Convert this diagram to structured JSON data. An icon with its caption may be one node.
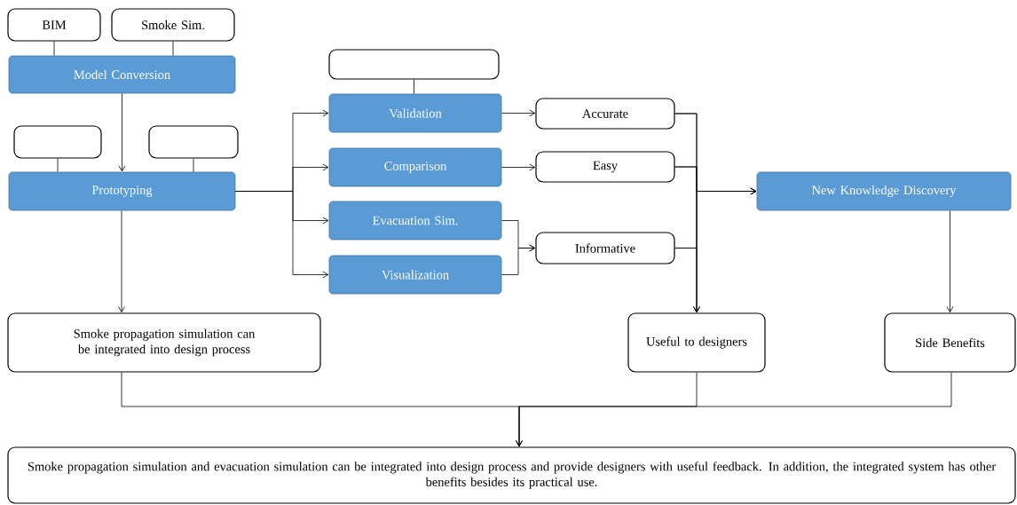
{
  "diagram": {
    "nodes": [
      {
        "text": [
          "BIM"
        ]
      },
      {
        "text": [
          "Smoke Sim."
        ]
      },
      {
        "text": [
          "Model Conversion"
        ]
      },
      {
        "text": [],
        "shape": "box"
      },
      {
        "text": [],
        "shape": "box"
      },
      {
        "text": [
          "Prototyping"
        ]
      },
      {
        "text": [],
        "shape": "box"
      },
      {
        "text": [
          "Validation"
        ]
      },
      {
        "text": [
          "Comparison"
        ]
      },
      {
        "text": [
          "Evacuation Sim."
        ]
      },
      {
        "text": [
          "Visualization"
        ]
      },
      {
        "text": [
          "Accurate"
        ]
      },
      {
        "text": [
          "Easy"
        ]
      },
      {
        "text": [
          "Informative"
        ]
      },
      {
        "text": [
          "New Knowledge Discovery"
        ]
      },
      {
        "text": [
          "Smoke propagation simulation can be integrated into design process"
        ]
      },
      {
        "text": [
          "Useful to designers"
        ]
      },
      {
        "text": [
          "Side Benefits"
        ]
      },
      {
        "text": [
          "Smoke propagation simulation and evacuation simulation can be integrated into design process and provide designers with useful feedback. In addition, the integrated system has other benefits besides its practical use."
        ]
      }
    ],
    "edges": [
      {
        "from": 0,
        "to": 2,
        "arrow": "none"
      },
      {
        "from": 1,
        "to": 2,
        "arrow": "none"
      },
      {
        "from": 2,
        "to": 5,
        "arrow": "to"
      },
      {
        "from": 3,
        "to": 5,
        "arrow": "none"
      },
      {
        "from": 4,
        "to": 5,
        "arrow": "none"
      },
      {
        "from": 6,
        "to": 7,
        "arrow": "none"
      },
      {
        "from": 5,
        "to": 7,
        "arrow": "to"
      },
      {
        "from": 5,
        "to": 8,
        "arrow": "to"
      },
      {
        "from": 5,
        "to": 9,
        "arrow": "to"
      },
      {
        "from": 5,
        "to": 10,
        "arrow": "to"
      },
      {
        "from": 7,
        "to": 11,
        "arrow": "to"
      },
      {
        "from": 8,
        "to": 12,
        "arrow": "to"
      },
      {
        "from": 9,
        "to": 13,
        "arrow": "to"
      },
      {
        "from": 10,
        "to": 13,
        "arrow": "to"
      },
      {
        "from": 11,
        "to": 14,
        "arrow": "to"
      },
      {
        "from": 12,
        "to": 14,
        "arrow": "to"
      },
      {
        "from": 13,
        "to": 14,
        "arrow": "to"
      },
      {
        "from": 11,
        "to": 16,
        "arrow": "to"
      },
      {
        "from": 12,
        "to": 16,
        "arrow": "to"
      },
      {
        "from": 13,
        "to": 16,
        "arrow": "to"
      },
      {
        "from": 14,
        "to": 17,
        "arrow": "to"
      },
      {
        "from": 5,
        "to": 15,
        "arrow": "to"
      },
      {
        "from": 15,
        "to": 18,
        "arrow": "to"
      },
      {
        "from": 16,
        "to": 18,
        "arrow": "to"
      },
      {
        "from": 17,
        "to": 18,
        "arrow": "to"
      }
    ]
  }
}
